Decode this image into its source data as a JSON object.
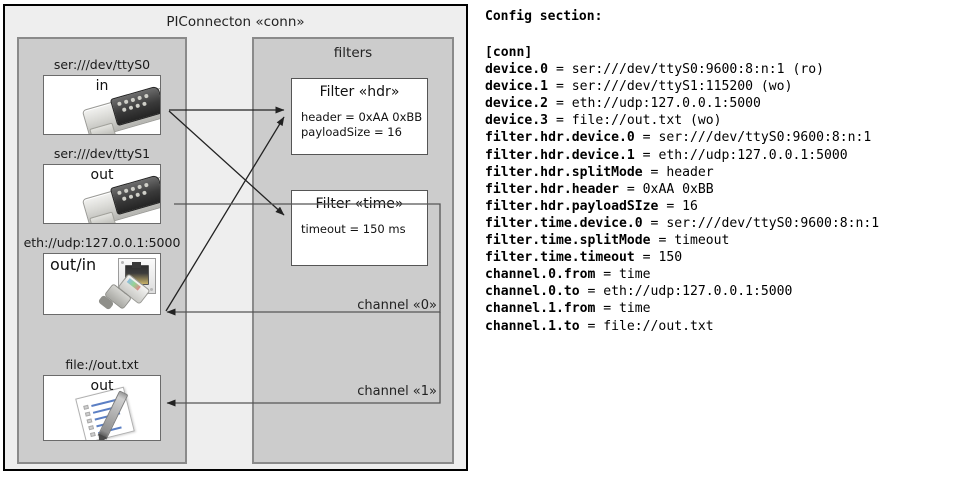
{
  "diagram": {
    "title": "PIConnecton «conn»",
    "devices_panel": {
      "name": "devices",
      "items": [
        {
          "caption": "ser:///dev/ttyS0",
          "label": "in",
          "icon": "serial-port-icon"
        },
        {
          "caption": "ser:///dev/ttyS1",
          "label": "out",
          "icon": "serial-port-icon"
        },
        {
          "caption": "eth://udp:127.0.0.1:5000",
          "label": "out/in",
          "icon": "ethernet-jack-icon"
        },
        {
          "caption": "file://out.txt",
          "label": "out",
          "icon": "text-file-icon"
        }
      ]
    },
    "filters_panel": {
      "title": "filters",
      "filters": [
        {
          "title": "Filter «hdr»",
          "attrs": [
            "header = 0xAA 0xBB",
            "payloadSize = 16"
          ]
        },
        {
          "title": "Filter «time»",
          "attrs": [
            "timeout = 150 ms"
          ]
        }
      ],
      "channels": [
        {
          "label": "channel «0»"
        },
        {
          "label": "channel «1»"
        }
      ]
    },
    "colors": {
      "frame_fill": "#eeeeee",
      "frame_stroke": "#000000",
      "panel_fill": "#cccccc",
      "panel_stroke": "#8a8a8a",
      "card_fill": "#ffffff",
      "card_stroke": "#6b6b6b",
      "wire_stroke": "#333333"
    }
  },
  "config": {
    "heading": "Config section:",
    "lines": [
      "[conn]",
      "device.0 = ser:///dev/ttyS0:9600:8:n:1 (ro)",
      "device.1 = ser:///dev/ttyS1:115200 (wo)",
      "device.2 = eth://udp:127.0.0.1:5000",
      "device.3 = file://out.txt (wo)",
      "filter.hdr.device.0 = ser:///dev/ttyS0:9600:8:n:1",
      "filter.hdr.device.1 = eth://udp:127.0.0.1:5000",
      "filter.hdr.splitMode = header",
      "filter.hdr.header = 0xAA 0xBB",
      "filter.hdr.payloadSIze = 16",
      "filter.time.device.0 = ser:///dev/ttyS0:9600:8:n:1",
      "filter.time.splitMode = timeout",
      "filter.time.timeout = 150",
      "channel.0.from = time",
      "channel.0.to = eth://udp:127.0.0.1:5000",
      "channel.1.from = time",
      "channel.1.to = file://out.txt"
    ]
  }
}
